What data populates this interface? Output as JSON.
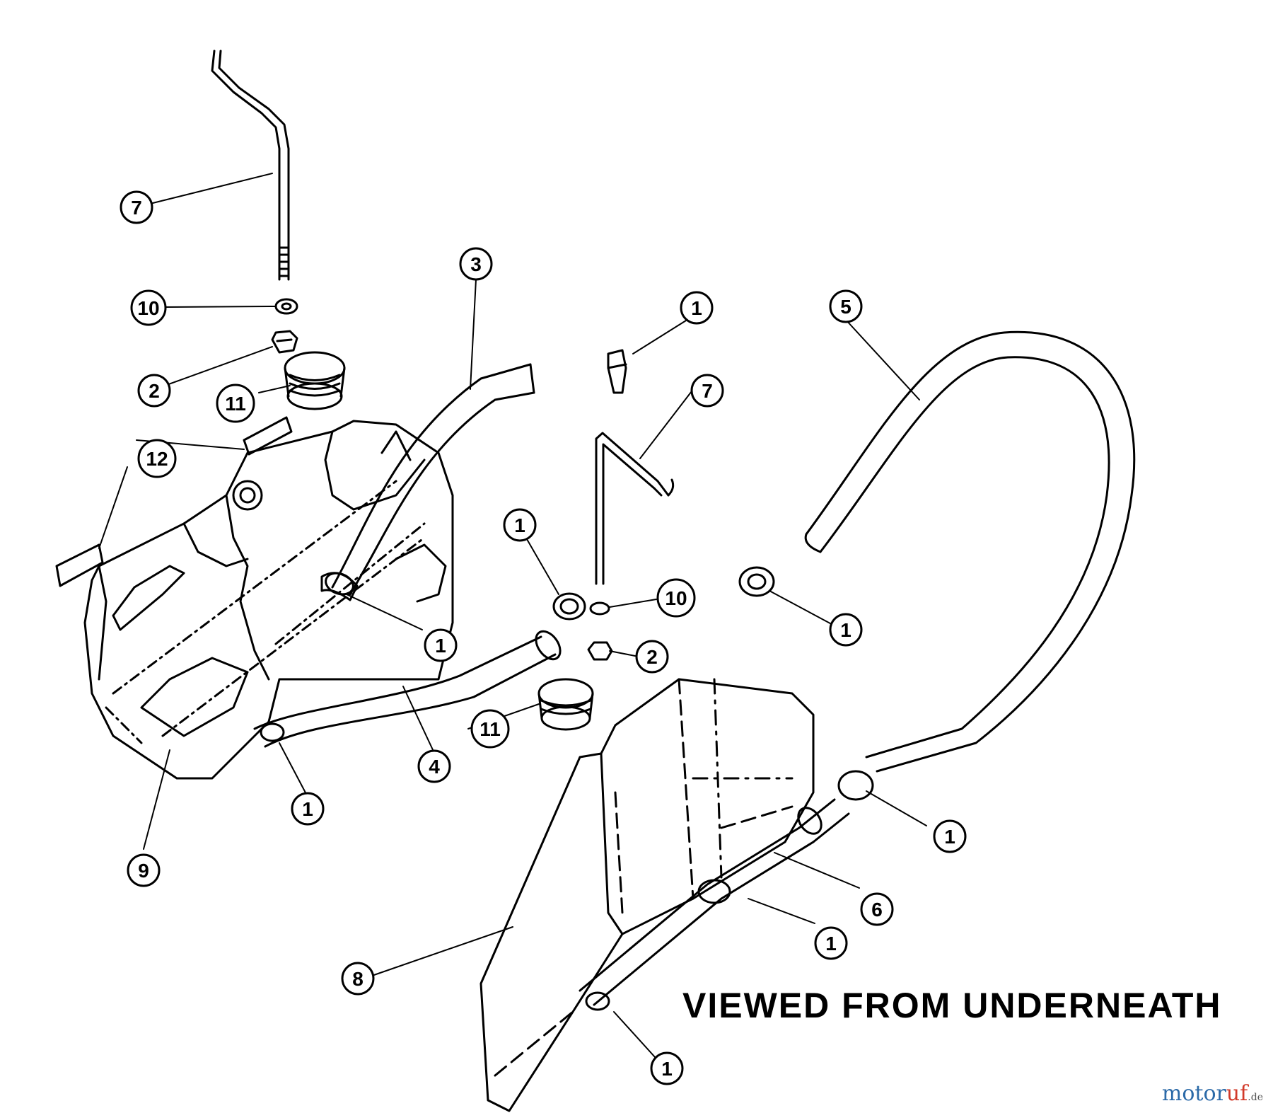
{
  "caption": "VIEWED FROM UNDERNEATH",
  "watermark": {
    "main": "motor",
    "accent": "uf",
    "tld": ".de"
  },
  "callouts": [
    {
      "id": "c7a",
      "label": "7"
    },
    {
      "id": "c10a",
      "label": "10"
    },
    {
      "id": "c2a",
      "label": "2"
    },
    {
      "id": "c11a",
      "label": "11"
    },
    {
      "id": "c12",
      "label": "12"
    },
    {
      "id": "c3",
      "label": "3"
    },
    {
      "id": "c1a",
      "label": "1"
    },
    {
      "id": "c7b",
      "label": "7"
    },
    {
      "id": "c5",
      "label": "5"
    },
    {
      "id": "c1b",
      "label": "1"
    },
    {
      "id": "c10b",
      "label": "10"
    },
    {
      "id": "c2b",
      "label": "2"
    },
    {
      "id": "c1c",
      "label": "1"
    },
    {
      "id": "c1d",
      "label": "1"
    },
    {
      "id": "c11b",
      "label": "11"
    },
    {
      "id": "c4",
      "label": "4"
    },
    {
      "id": "c1e",
      "label": "1"
    },
    {
      "id": "c9",
      "label": "9"
    },
    {
      "id": "c1f",
      "label": "1"
    },
    {
      "id": "c6",
      "label": "6"
    },
    {
      "id": "c1g",
      "label": "1"
    },
    {
      "id": "c8",
      "label": "8"
    },
    {
      "id": "c1h",
      "label": "1"
    }
  ]
}
